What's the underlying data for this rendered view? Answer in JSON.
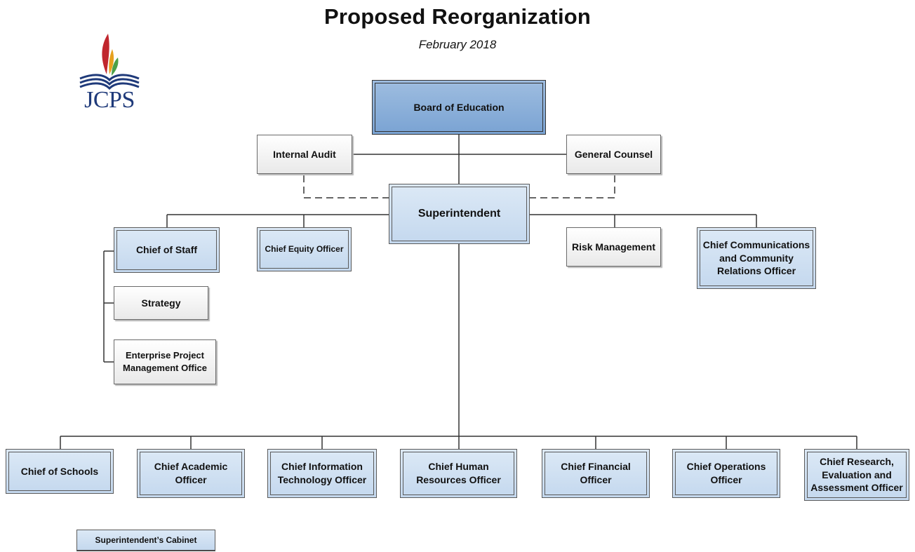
{
  "title": "Proposed Reorganization",
  "subtitle": "February 2018",
  "logo": {
    "text": "JCPS",
    "colors": [
      "#c0262d",
      "#e7a11e",
      "#4ba048",
      "#1f3a7a"
    ]
  },
  "nodes": {
    "board": "Board of Education",
    "internal_audit": "Internal Audit",
    "general_counsel": "General Counsel",
    "superintendent": "Superintendent",
    "chief_of_staff": "Chief of Staff",
    "chief_equity": "Chief Equity Officer",
    "risk_management": "Risk Management",
    "chief_communications": "Chief Communications and  Community Relations Officer",
    "strategy": "Strategy",
    "enterprise_pmo": "Enterprise Project Management Office",
    "chief_schools": "Chief of Schools",
    "chief_academic": "Chief Academic Officer",
    "chief_it": "Chief Information Technology Officer",
    "chief_hr": "Chief Human Resources Officer",
    "chief_financial": "Chief Financial Officer",
    "chief_operations": "Chief Operations Officer",
    "chief_research": "Chief Research, Evaluation and Assessment Officer"
  },
  "legend": {
    "cabinet": "Superintendent’s Cabinet"
  },
  "colors": {
    "board": "#7aa3d3",
    "cabinet": "#c4d8ee",
    "staff": "#f2f2f2",
    "logo_blue": "#1f3a7a"
  }
}
